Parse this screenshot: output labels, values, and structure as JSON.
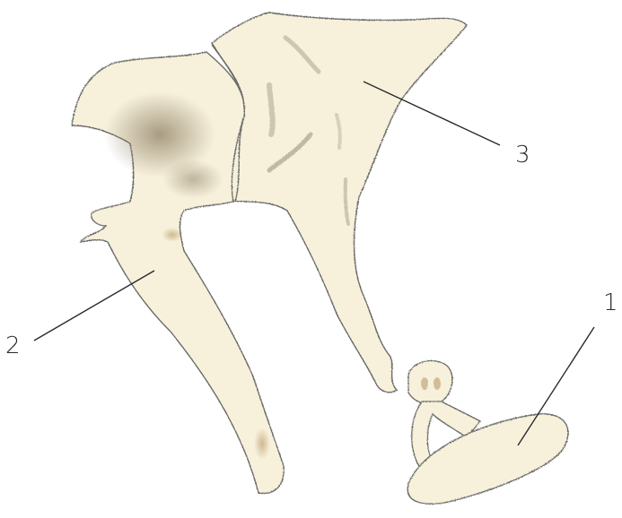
{
  "labels": {
    "one": "1",
    "two": "2",
    "three": "3"
  },
  "colors": {
    "bone_fill": "#f7f1dc",
    "bone_outline": "#6b6b68",
    "shadow": "#a8957a",
    "leader_line": "#2a2a2a"
  }
}
